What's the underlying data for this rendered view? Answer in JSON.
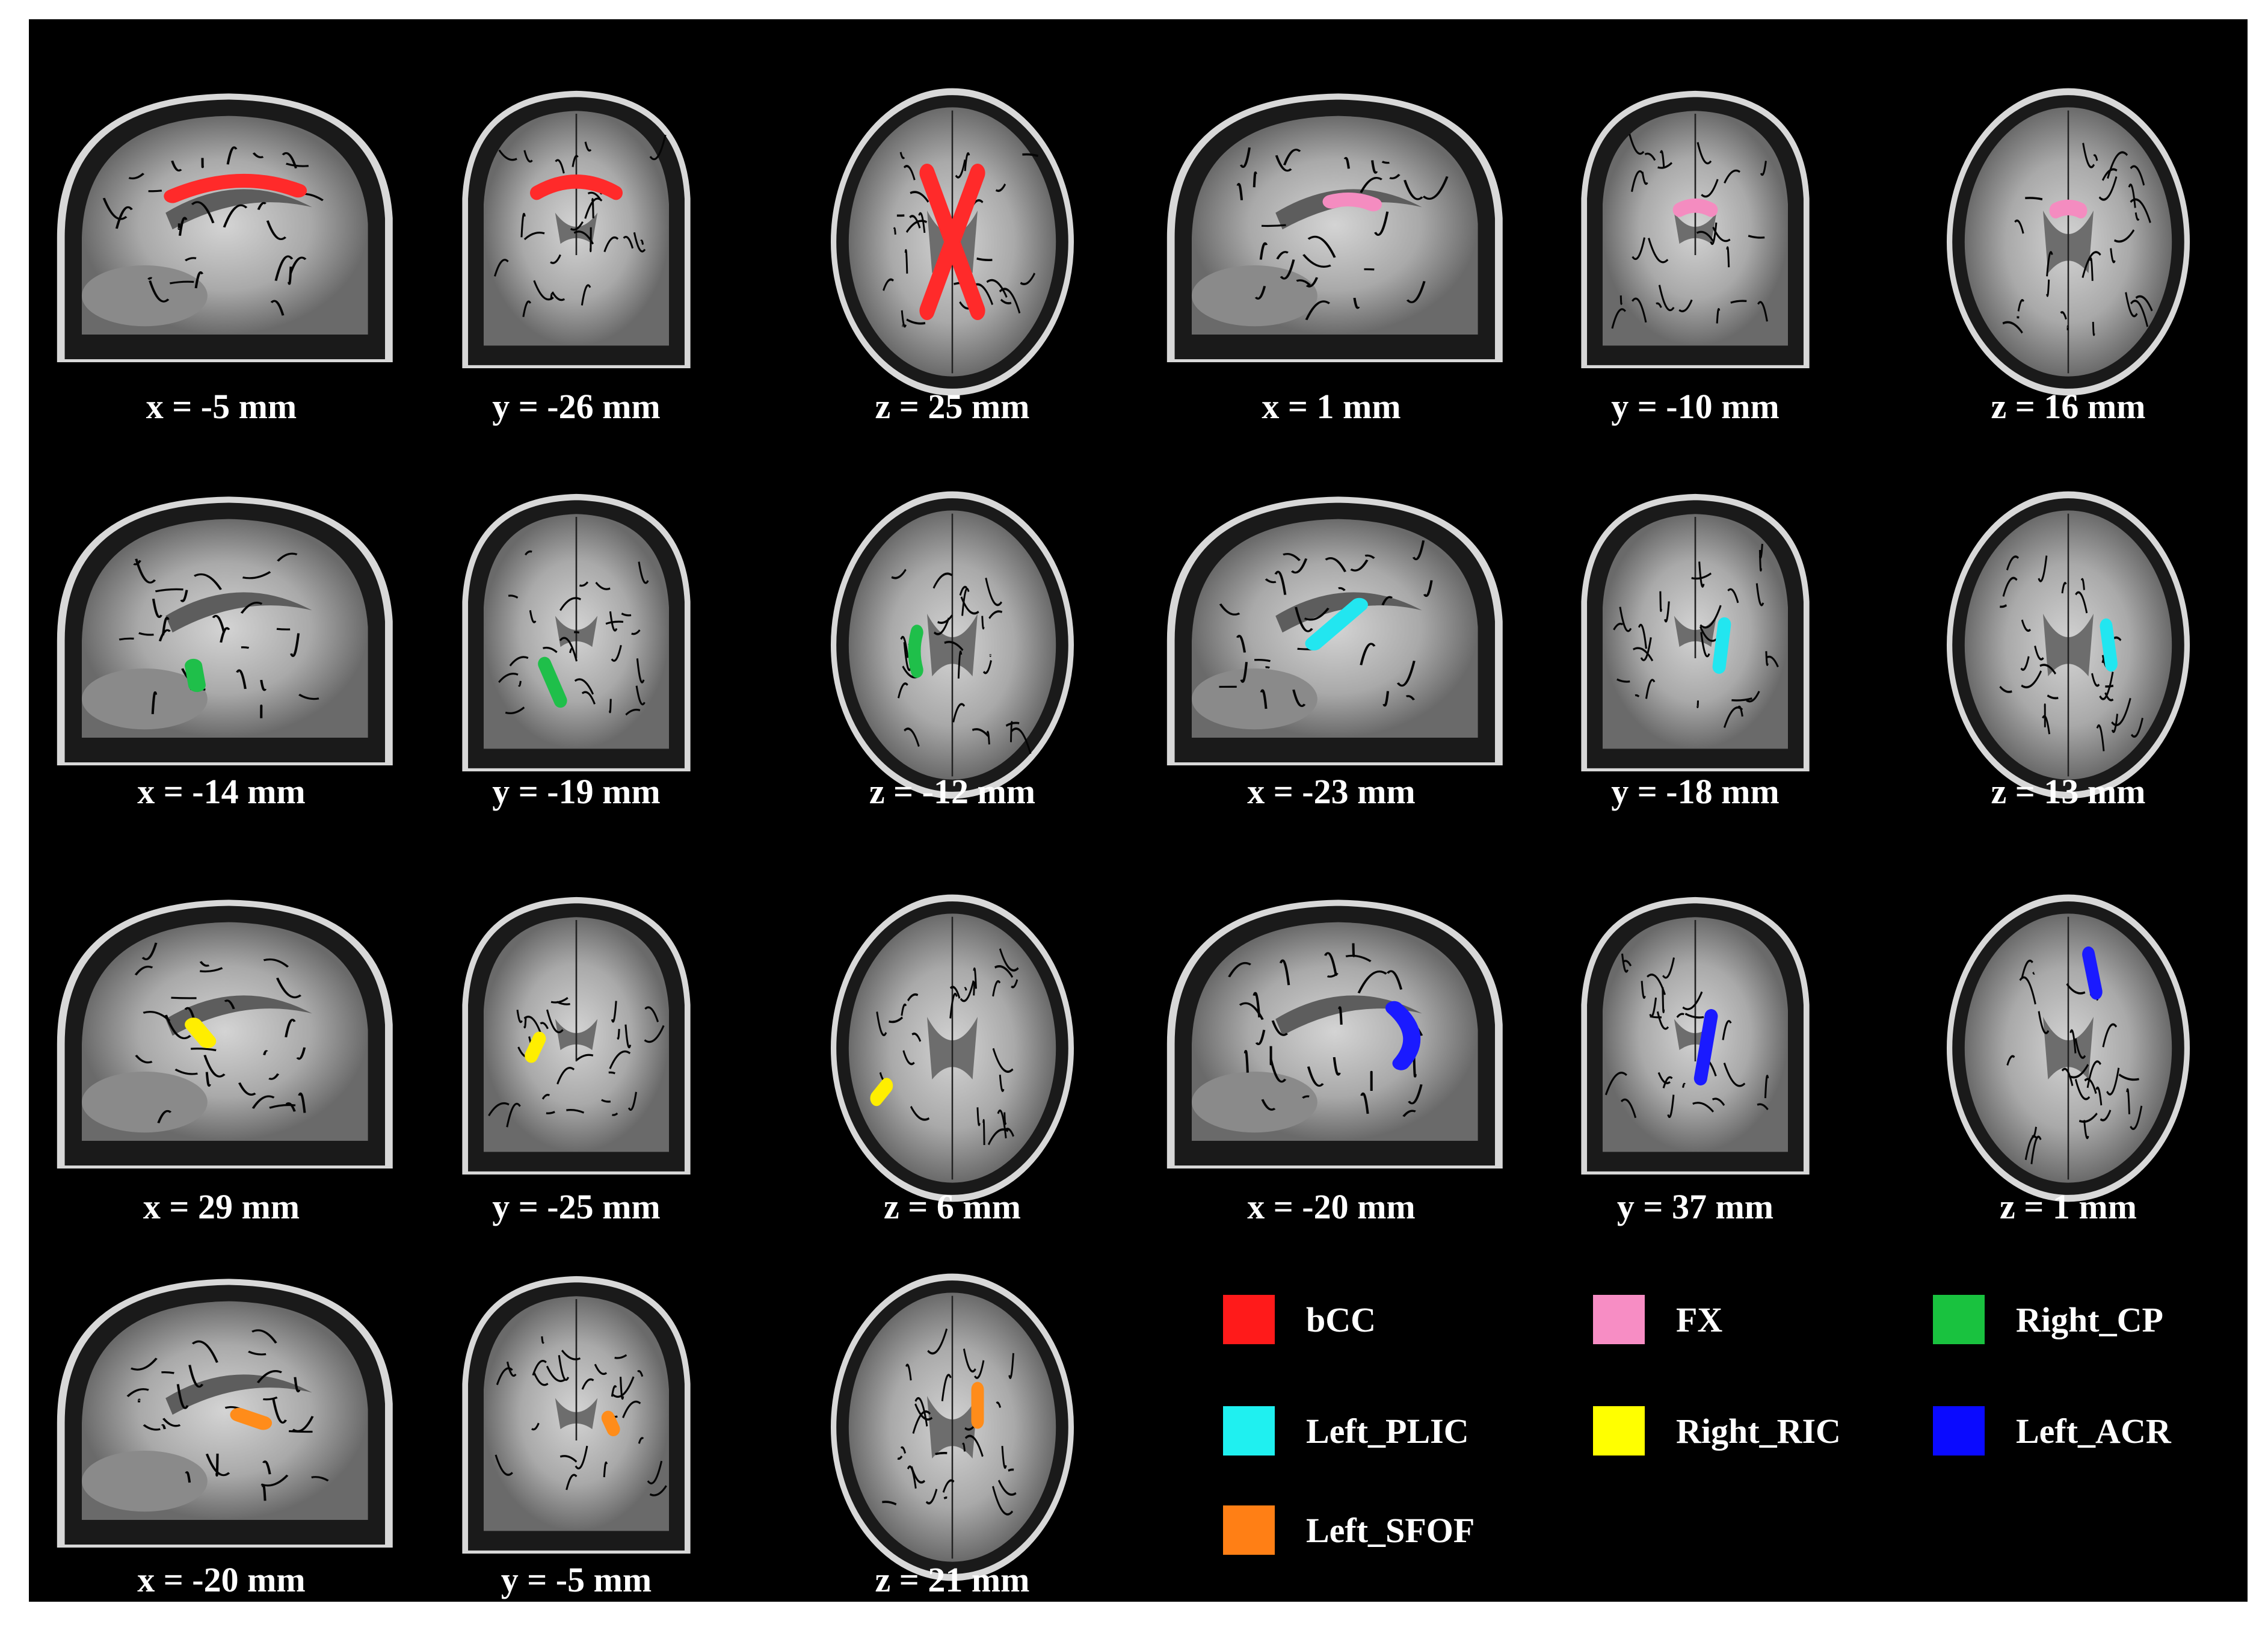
{
  "figure": {
    "rows": [
      [
        {
          "view": "sagittal",
          "label": "x = -5 mm",
          "tract": "bCC",
          "color": "#ff2a2a"
        },
        {
          "view": "coronal",
          "label": "y = -26 mm",
          "tract": "bCC",
          "color": "#ff2a2a"
        },
        {
          "view": "axial",
          "label": "z = 25 mm",
          "tract": "bCC",
          "color": "#ff2a2a"
        },
        {
          "view": "sagittal",
          "label": "x = 1 mm",
          "tract": "FX",
          "color": "#f48cc0"
        },
        {
          "view": "coronal",
          "label": "y = -10 mm",
          "tract": "FX",
          "color": "#f48cc0"
        },
        {
          "view": "axial",
          "label": "z = 16 mm",
          "tract": "FX",
          "color": "#f48cc0"
        }
      ],
      [
        {
          "view": "sagittal",
          "label": "x = -14 mm",
          "tract": "Right_CP",
          "color": "#1fbf4a"
        },
        {
          "view": "coronal",
          "label": "y = -19 mm",
          "tract": "Right_CP",
          "color": "#1fbf4a"
        },
        {
          "view": "axial",
          "label": "z = -12 mm",
          "tract": "Right_CP",
          "color": "#1fbf4a"
        },
        {
          "view": "sagittal",
          "label": "x = -23 mm",
          "tract": "Left_PLIC",
          "color": "#22e6f0"
        },
        {
          "view": "coronal",
          "label": "y = -18 mm",
          "tract": "Left_PLIC",
          "color": "#22e6f0"
        },
        {
          "view": "axial",
          "label": "z = 13 mm",
          "tract": "Left_PLIC",
          "color": "#22e6f0"
        }
      ],
      [
        {
          "view": "sagittal",
          "label": "x = 29 mm",
          "tract": "Right_RIC",
          "color": "#ffee00"
        },
        {
          "view": "coronal",
          "label": "y = -25 mm",
          "tract": "Right_RIC",
          "color": "#ffee00"
        },
        {
          "view": "axial",
          "label": "z = 6 mm",
          "tract": "Right_RIC",
          "color": "#ffee00"
        },
        {
          "view": "sagittal",
          "label": "x = -20 mm",
          "tract": "Left_ACR",
          "color": "#1a1aff"
        },
        {
          "view": "coronal",
          "label": "y = 37 mm",
          "tract": "Left_ACR",
          "color": "#1a1aff"
        },
        {
          "view": "axial",
          "label": "z = 1 mm",
          "tract": "Left_ACR",
          "color": "#1a1aff"
        }
      ],
      [
        {
          "view": "sagittal",
          "label": "x = -20 mm",
          "tract": "Left_SFOF",
          "color": "#ff8c1a"
        },
        {
          "view": "coronal",
          "label": "y = -5 mm",
          "tract": "Left_SFOF",
          "color": "#ff8c1a"
        },
        {
          "view": "axial",
          "label": "z = 21 mm",
          "tract": "Left_SFOF",
          "color": "#ff8c1a"
        }
      ]
    ]
  },
  "legend": [
    {
      "label": "bCC",
      "color": "#ff1a1a"
    },
    {
      "label": "FX",
      "color": "#f78dc4"
    },
    {
      "label": "Right_CP",
      "color": "#19c23f"
    },
    {
      "label": "Left_PLIC",
      "color": "#1ff0f0"
    },
    {
      "label": "Right_RIC",
      "color": "#ffff00"
    },
    {
      "label": "Left_ACR",
      "color": "#0a0aff"
    },
    {
      "label": "Left_SFOF",
      "color": "#ff7f15"
    }
  ]
}
